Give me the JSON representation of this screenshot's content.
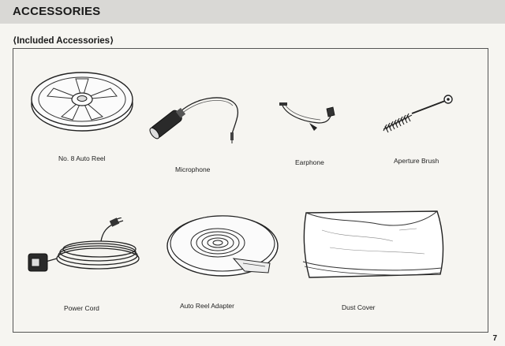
{
  "header": {
    "title": "ACCESSORIES"
  },
  "section": {
    "title": "⟨Included Accessories⟩"
  },
  "items": [
    {
      "label": "No. 8 Auto Reel"
    },
    {
      "label": "Microphone"
    },
    {
      "label": "Earphone"
    },
    {
      "label": "Aperture Brush"
    },
    {
      "label": "Power Cord"
    },
    {
      "label": "Auto Reel Adapter"
    },
    {
      "label": "Dust Cover"
    }
  ],
  "footer": {
    "page_number": "7"
  }
}
